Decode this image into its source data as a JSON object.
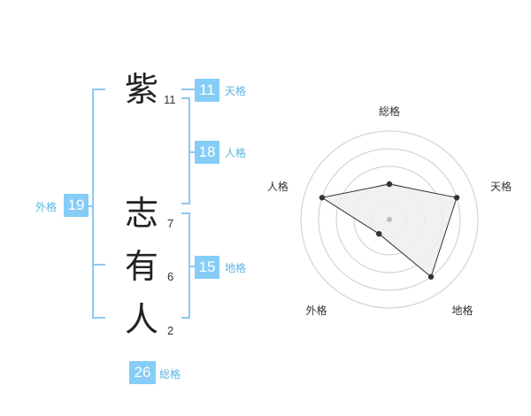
{
  "characters": [
    {
      "kanji": "紫",
      "strokes": "11"
    },
    {
      "kanji": "志",
      "strokes": "7"
    },
    {
      "kanji": "有",
      "strokes": "6"
    },
    {
      "kanji": "人",
      "strokes": "2"
    }
  ],
  "fortunes": {
    "tenkaku": {
      "value": "11",
      "label": "天格"
    },
    "jinkaku": {
      "value": "18",
      "label": "人格"
    },
    "chikaku": {
      "value": "15",
      "label": "地格"
    },
    "gaikaku": {
      "value": "19",
      "label": "外格"
    },
    "soukaku": {
      "value": "26",
      "label": "総格"
    }
  },
  "chart_data": {
    "type": "radar",
    "axes": [
      "総格",
      "天格",
      "地格",
      "外格",
      "人格"
    ],
    "scale_max": 5,
    "rings": 5,
    "values": [
      2,
      4,
      4,
      1,
      4
    ],
    "colors": {
      "fill": "#eeeeee",
      "line": "#333333",
      "ring": "#cccccc"
    }
  },
  "colors": {
    "accent": "#85ccf6",
    "bracket": "#8ec8f0",
    "label": "#5ab3e6"
  }
}
